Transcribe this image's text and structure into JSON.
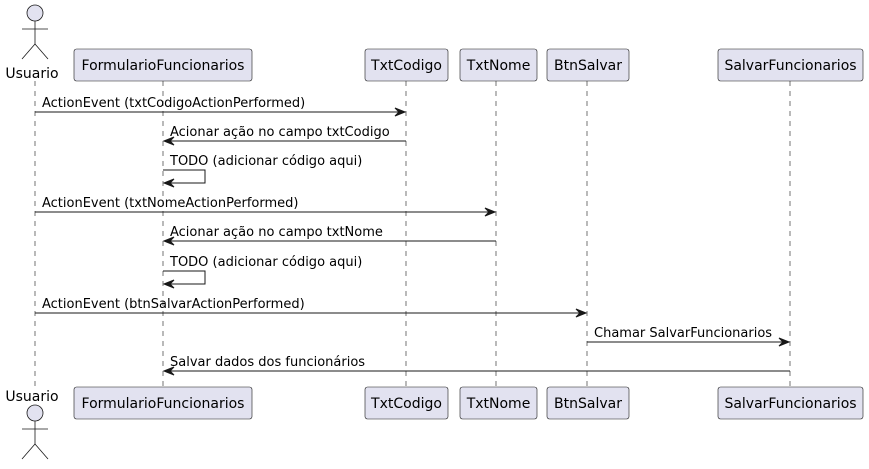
{
  "diagram": {
    "participants": [
      {
        "id": "usuario",
        "label": "Usuario",
        "kind": "actor"
      },
      {
        "id": "formulario",
        "label": "FormularioFuncionarios",
        "kind": "box"
      },
      {
        "id": "txtcodigo",
        "label": "TxtCodigo",
        "kind": "box"
      },
      {
        "id": "txtnome",
        "label": "TxtNome",
        "kind": "box"
      },
      {
        "id": "btnsalvar",
        "label": "BtnSalvar",
        "kind": "box"
      },
      {
        "id": "salvarfunc",
        "label": "SalvarFuncionarios",
        "kind": "box"
      }
    ],
    "messages": [
      {
        "from": "usuario",
        "to": "txtcodigo",
        "label": "ActionEvent (txtCodigoActionPerformed)"
      },
      {
        "from": "txtcodigo",
        "to": "formulario",
        "label": "Acionar ação no campo txtCodigo"
      },
      {
        "from": "formulario",
        "to": "formulario",
        "label": "TODO (adicionar código aqui)"
      },
      {
        "from": "usuario",
        "to": "txtnome",
        "label": "ActionEvent (txtNomeActionPerformed)"
      },
      {
        "from": "txtnome",
        "to": "formulario",
        "label": "Acionar ação no campo txtNome"
      },
      {
        "from": "formulario",
        "to": "formulario",
        "label": "TODO (adicionar código aqui)"
      },
      {
        "from": "usuario",
        "to": "btnsalvar",
        "label": "ActionEvent (btnSalvarActionPerformed)"
      },
      {
        "from": "btnsalvar",
        "to": "salvarfunc",
        "label": "Chamar SalvarFuncionarios"
      },
      {
        "from": "salvarfunc",
        "to": "formulario",
        "label": "Salvar dados dos funcionários"
      }
    ],
    "colors": {
      "box_fill": "#e2e2f0",
      "box_stroke": "#181818",
      "lifeline": "#181818",
      "arrow": "#181818"
    }
  }
}
